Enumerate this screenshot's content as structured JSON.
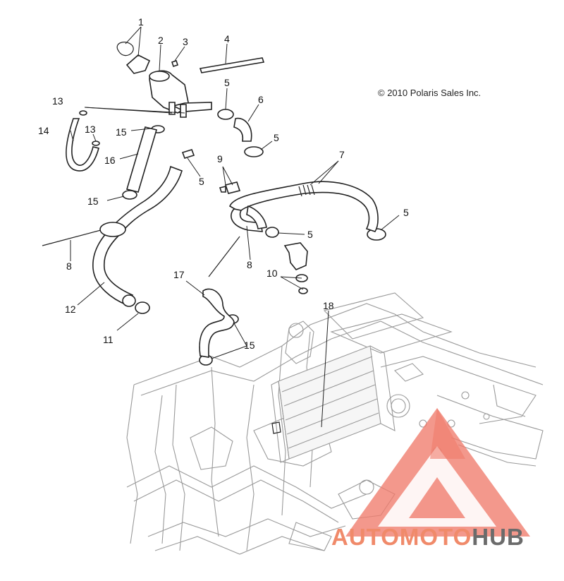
{
  "diagram": {
    "copyright": "© 2010 Polaris Sales Inc.",
    "callouts": [
      {
        "id": "c1",
        "label": "1"
      },
      {
        "id": "c2",
        "label": "2"
      },
      {
        "id": "c3",
        "label": "3"
      },
      {
        "id": "c4",
        "label": "4"
      },
      {
        "id": "c5a",
        "label": "5"
      },
      {
        "id": "c6",
        "label": "6"
      },
      {
        "id": "c5b",
        "label": "5"
      },
      {
        "id": "c7",
        "label": "7"
      },
      {
        "id": "c13a",
        "label": "13"
      },
      {
        "id": "c14",
        "label": "14"
      },
      {
        "id": "c13b",
        "label": "13"
      },
      {
        "id": "c15a",
        "label": "15"
      },
      {
        "id": "c16",
        "label": "16"
      },
      {
        "id": "c5c",
        "label": "5"
      },
      {
        "id": "c9",
        "label": "9"
      },
      {
        "id": "c15b",
        "label": "15"
      },
      {
        "id": "c5d",
        "label": "5"
      },
      {
        "id": "c5e",
        "label": "5"
      },
      {
        "id": "c8a",
        "label": "8"
      },
      {
        "id": "c8b",
        "label": "8"
      },
      {
        "id": "c10",
        "label": "10"
      },
      {
        "id": "c17",
        "label": "17"
      },
      {
        "id": "c18",
        "label": "18"
      },
      {
        "id": "c12",
        "label": "12"
      },
      {
        "id": "c11",
        "label": "11"
      },
      {
        "id": "c15c",
        "label": "15"
      }
    ]
  },
  "watermark": {
    "text_part1": "AUTOMOTO",
    "text_part2": "HUB",
    "color_primary": "#f08a6a",
    "color_secondary": "#6b6b6b",
    "triangle_color": "#f07b6b"
  },
  "colors": {
    "line": "#222222",
    "frame": "#9a9a9a"
  }
}
